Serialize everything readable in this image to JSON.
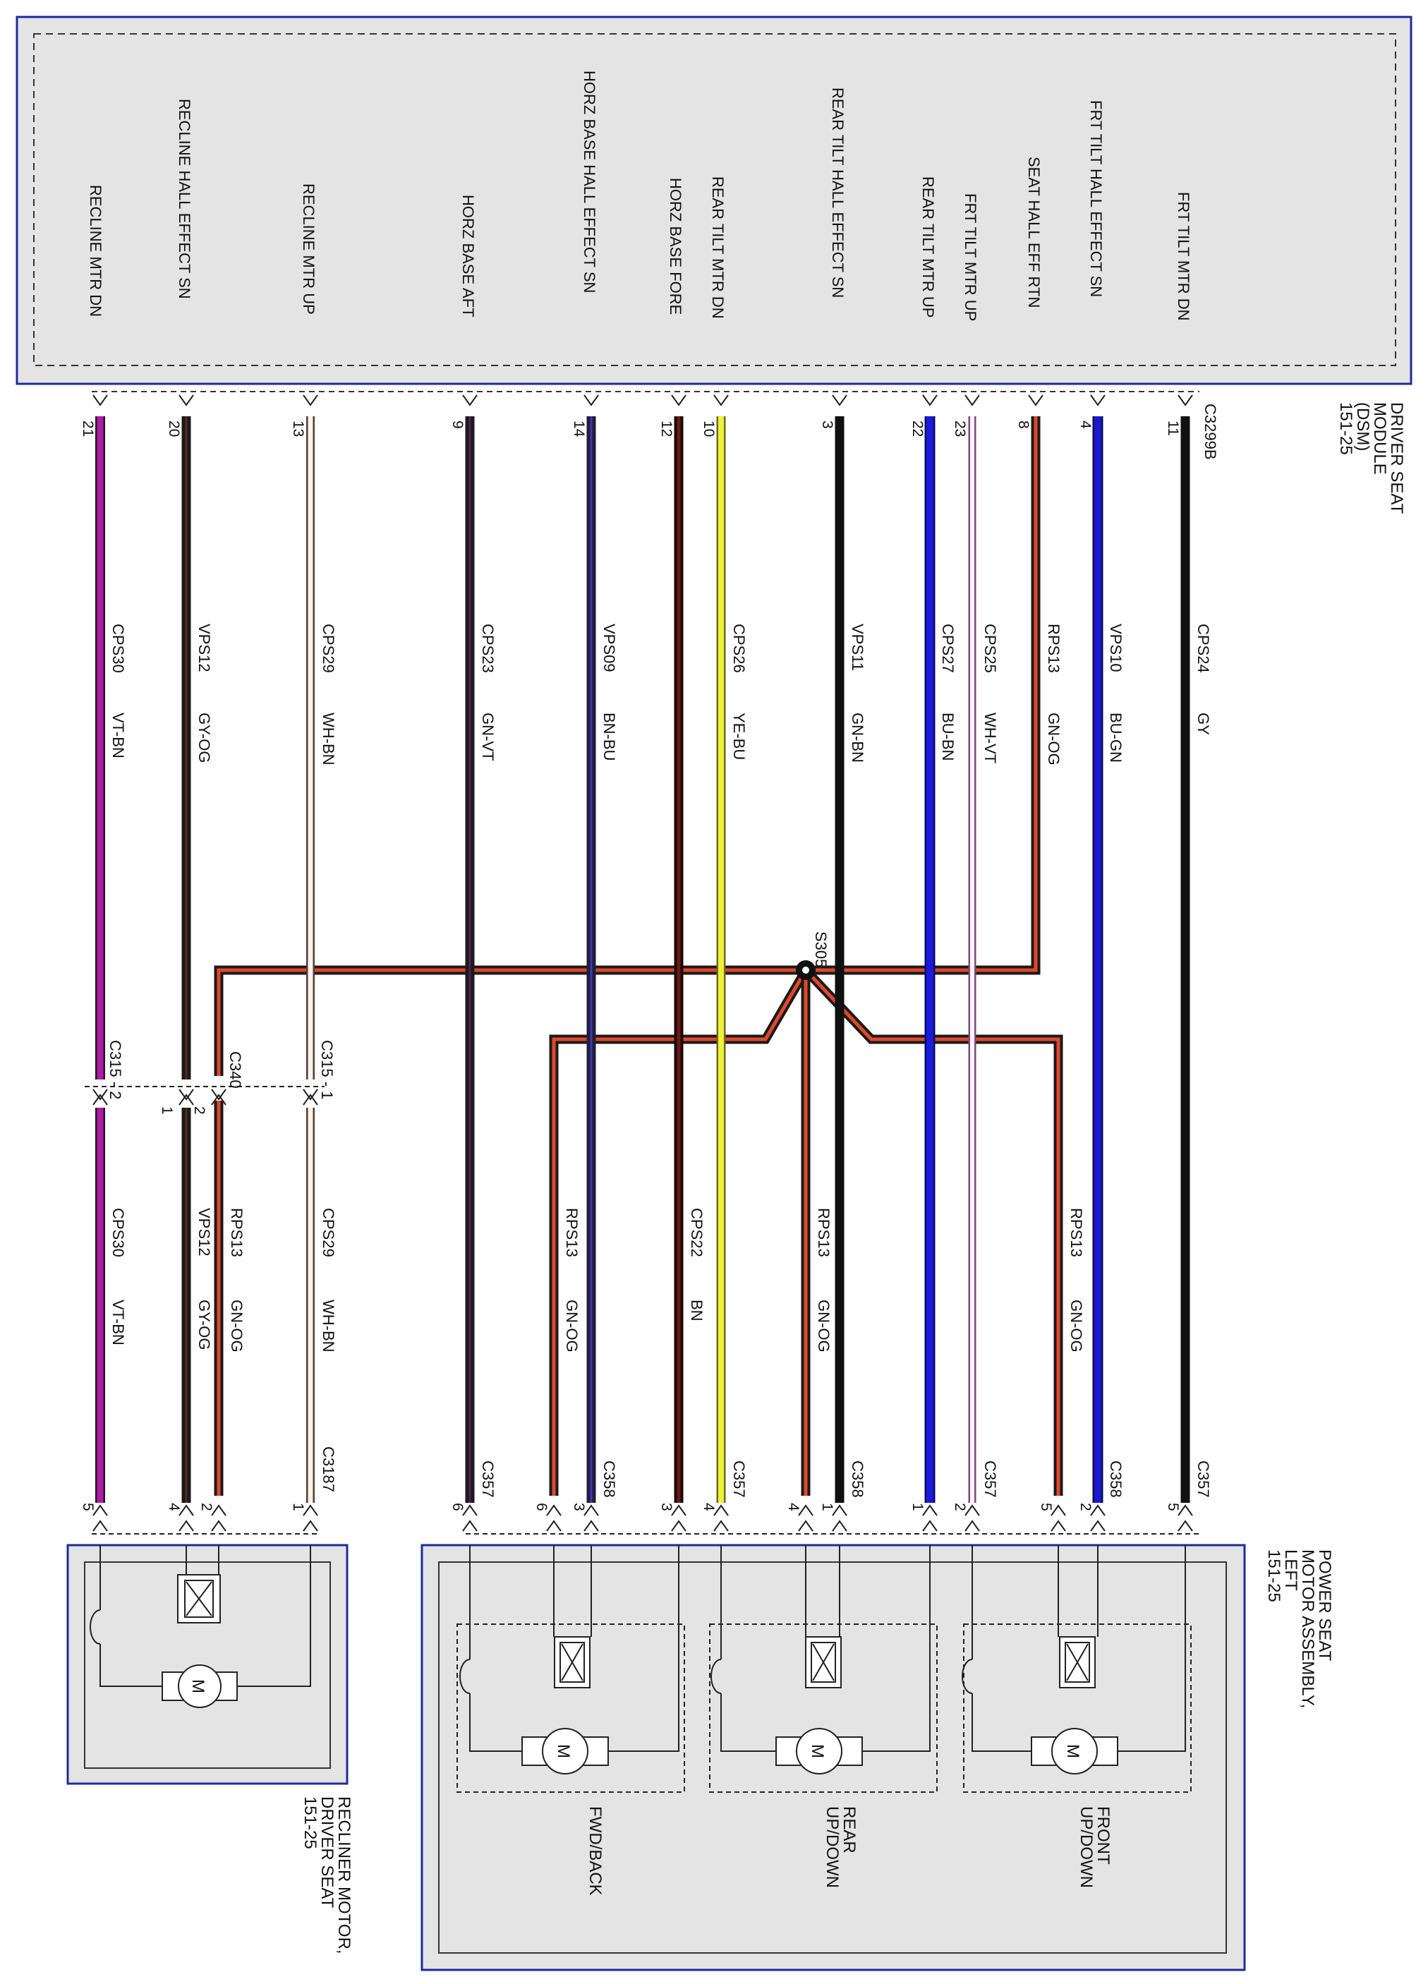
{
  "modules": {
    "dsm": {
      "name_lines": [
        "DRIVER SEAT",
        "MODULE",
        "(DSM)",
        "151-25"
      ]
    },
    "power_seat": {
      "name_lines": [
        "POWER SEAT",
        "MOTOR ASSEMBLY,",
        "LEFT",
        "151-25"
      ]
    },
    "recliner": {
      "name_lines": [
        "RECLINER MOTOR,",
        "DRIVER SEAT",
        "151-25"
      ]
    }
  },
  "connectors": {
    "dsm": "C3299B",
    "c358": "C358",
    "c357": "C357",
    "c3187": "C3187",
    "c340": "C340",
    "c315_1": "C315 - 1",
    "c315_2": "C315 - 2",
    "splice": "S305"
  },
  "circuits": [
    {
      "signal": "RECLINE MTR DN",
      "pin": "21",
      "circuit": "CPS30",
      "color": "VT-BN"
    },
    {
      "signal": "RECLINE HALL EFFECT SN",
      "pin": "20",
      "circuit": "VPS12",
      "color": "GY-OG"
    },
    {
      "signal": "RECLINE MTR UP",
      "pin": "13",
      "circuit": "CPS29",
      "color": "WH-BN"
    },
    {
      "signal": "HORZ BASE AFT",
      "pin": "9",
      "circuit": "CPS23",
      "color": "GN-VT"
    },
    {
      "signal": "HORZ BASE HALL EFFECT SN",
      "pin": "14",
      "circuit": "VPS09",
      "color": "BN-BU"
    },
    {
      "signal": "HORZ BASE FORE",
      "pin": "12",
      "circuit": "",
      "color": ""
    },
    {
      "signal": "REAR TILT MTR DN",
      "pin": "10",
      "circuit": "CPS26",
      "color": "YE-BU"
    },
    {
      "signal": "REAR TILT HALL EFFECT SN",
      "pin": "3",
      "circuit": "VPS11",
      "color": "GN-BN"
    },
    {
      "signal": "REAR TILT MTR UP",
      "pin": "22",
      "circuit": "CPS27",
      "color": "BU-BN"
    },
    {
      "signal": "FRT TILT MTR UP",
      "pin": "23",
      "circuit": "CPS25",
      "color": "WH-VT"
    },
    {
      "signal": "SEAT HALL EFF RTN",
      "pin": "8",
      "circuit": "RPS13",
      "color": "GN-OG"
    },
    {
      "signal": "FRT TILT HALL EFFECT SN",
      "pin": "4",
      "circuit": "VPS10",
      "color": "BU-GN"
    },
    {
      "signal": "FRT TILT MTR DN",
      "pin": "11",
      "circuit": "CPS24",
      "color": "GY"
    }
  ],
  "lower_wires": [
    {
      "circuit": "CPS30",
      "color": "VT-BN"
    },
    {
      "circuit": "VPS12",
      "color": "GY-OG"
    },
    {
      "circuit": "RPS13",
      "color": "GN-OG"
    },
    {
      "circuit": "CPS29",
      "color": "WH-BN"
    },
    {
      "circuit": "RPS13",
      "color": "GN-OG"
    },
    {
      "circuit": "CPS22",
      "color": "BN"
    },
    {
      "circuit": "RPS13",
      "color": "GN-OG"
    },
    {
      "circuit": "RPS13",
      "color": "GN-OG"
    }
  ],
  "bottom_pins": {
    "recliner": [
      "5",
      "4",
      "2",
      "1"
    ],
    "c358": [
      "3",
      "1",
      "2"
    ],
    "c357": [
      "6",
      "4",
      "2",
      "5"
    ],
    "rps_pins": [
      "6",
      "4",
      "5"
    ],
    "cps22_pin": "3",
    "rear_tilt_dn_pin": "4",
    "c340_pin": "2",
    "c315_2_pin": "2",
    "c315_1_pin": "1",
    "c340_lower_pin": "1"
  },
  "motor_groups": [
    "FWD/BACK",
    "REAR\nUP/DOWN",
    "FRONT\nUP/DOWN"
  ],
  "motor_symbol": "M",
  "colors": {
    "VT-BN": "#b01aa6",
    "GY-OG": "#1a1a1a",
    "WH-BN": "#f2f2f2",
    "GN-VT": "#1a1a1a",
    "BN-BU": "#231c3a",
    "BN": "#3a1a14",
    "YE-BU": "#e9ec3a",
    "GN-BN": "#101010",
    "BU-BN": "#1a1ad0",
    "WH-VT": "#f4f0f6",
    "GN-OG": "#1a1a1a",
    "BU-GN": "#1a1acc",
    "GY": "#111111",
    "module_fill": "#e4e4e4",
    "module_border": "#1c2c9c",
    "splice_orange": "#e0482a"
  }
}
